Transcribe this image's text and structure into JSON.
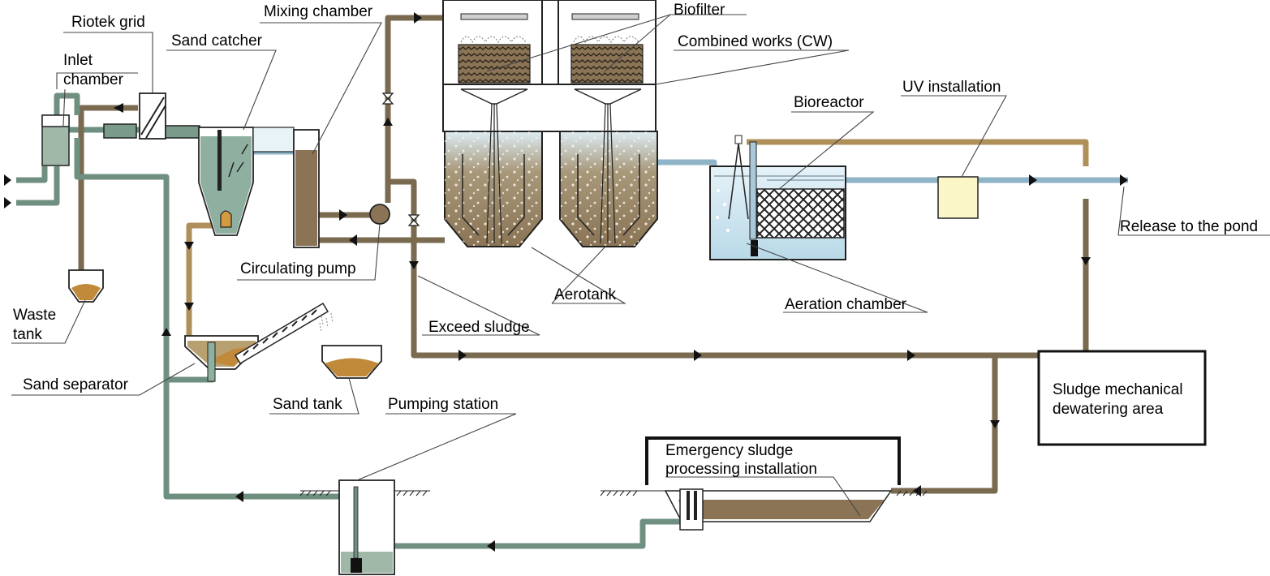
{
  "labels": {
    "riotek_grid": "Riotek grid",
    "inlet_1": "Inlet",
    "inlet_2": "chamber",
    "sand_catcher": "Sand catcher",
    "mixing_chamber": "Mixing chamber",
    "biofilter": "Biofilter",
    "combined_works": "Combined works (CW)",
    "bioreactor": "Bioreactor",
    "uv_installation": "UV installation",
    "release": "Release to the pond",
    "circulating_pump": "Circulating pump",
    "waste_tank_1": "Waste",
    "waste_tank_2": "tank",
    "aerotank": "Aerotank",
    "aeration_chamber": "Aeration chamber",
    "exceed_sludge": "Exceed sludge",
    "sand_separator": "Sand separator",
    "sand_tank": "Sand tank",
    "pumping_station": "Pumping station",
    "sludge_area_1": "Sludge mechanical",
    "sludge_area_2": "dewatering area",
    "emergency_1": "Emergency sludge",
    "emergency_2": "processing installation"
  },
  "colors": {
    "brown_pipe": "#7a6a50",
    "green_pipe": "#6f9080",
    "blue_pipe": "#8fb4c8",
    "tan_pipe": "#b0905a",
    "sludge": "#8a7455",
    "water": "#c9e2ee",
    "green_water": "#9fb8a8",
    "sand": "#c08a3a",
    "uv_box": "#fbf6c8"
  }
}
